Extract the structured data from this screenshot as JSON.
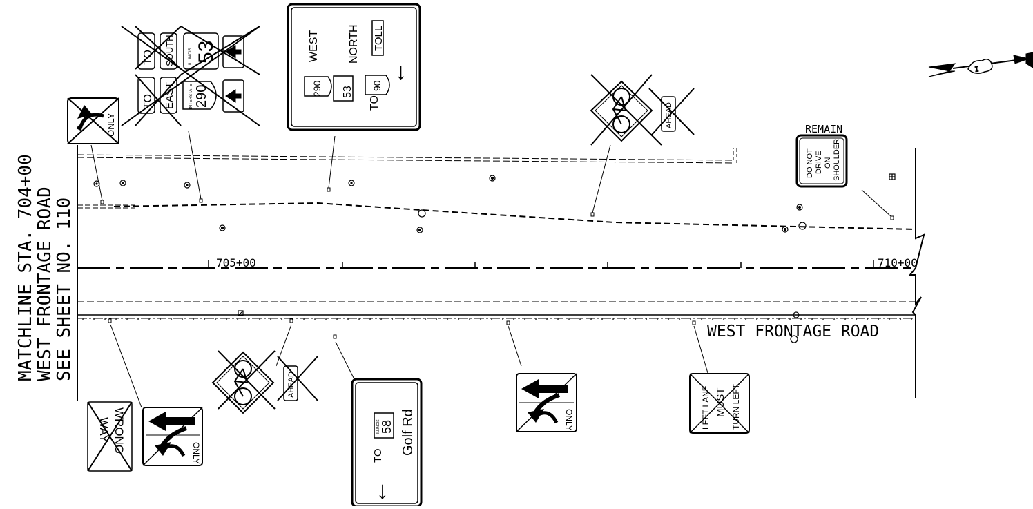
{
  "matchline": {
    "line1": "MATCHLINE STA. 704+00",
    "line2": "WEST FRONTAGE ROAD",
    "line3": "SEE SHEET NO. 110"
  },
  "stations": {
    "s705": "705+00",
    "s710": "710+00"
  },
  "road_label": "WEST FRONTAGE ROAD",
  "signs": {
    "top_guide": {
      "west": "WEST",
      "north": "NORTH",
      "toll": "TOLL",
      "to": "TO",
      "shield_290": "290",
      "shield_53": "53",
      "shield_90": "90",
      "arrow": "↓"
    },
    "old_cluster": {
      "to1": "TO",
      "to2": "TO",
      "south": "SOUTH",
      "east": "EAST",
      "illinois": "ILLINOIS",
      "route_53": "53",
      "interstate": "INTERSTATE",
      "route_290": "290"
    },
    "only_turn": "ONLY",
    "bike_ahead_top": "AHEAD",
    "bike_ahead_bottom": "AHEAD",
    "remain": {
      "header": "REMAIN",
      "line1": "DO NOT",
      "line2": "DRIVE",
      "line3": "ON",
      "line4": "SHOULDER"
    },
    "wrong_way": {
      "line1": "WRONG",
      "line2": "WAY"
    },
    "only_bottom1": "ONLY",
    "only_bottom2": "ONLY",
    "golf": {
      "to": "TO",
      "illinois": "ILLINOIS",
      "route": "58",
      "road": "Golf Rd",
      "arrow": "↓"
    },
    "left_lane": {
      "line1": "LEFT LANE",
      "line2": "MUST",
      "line3": "TURN LEFT"
    }
  }
}
